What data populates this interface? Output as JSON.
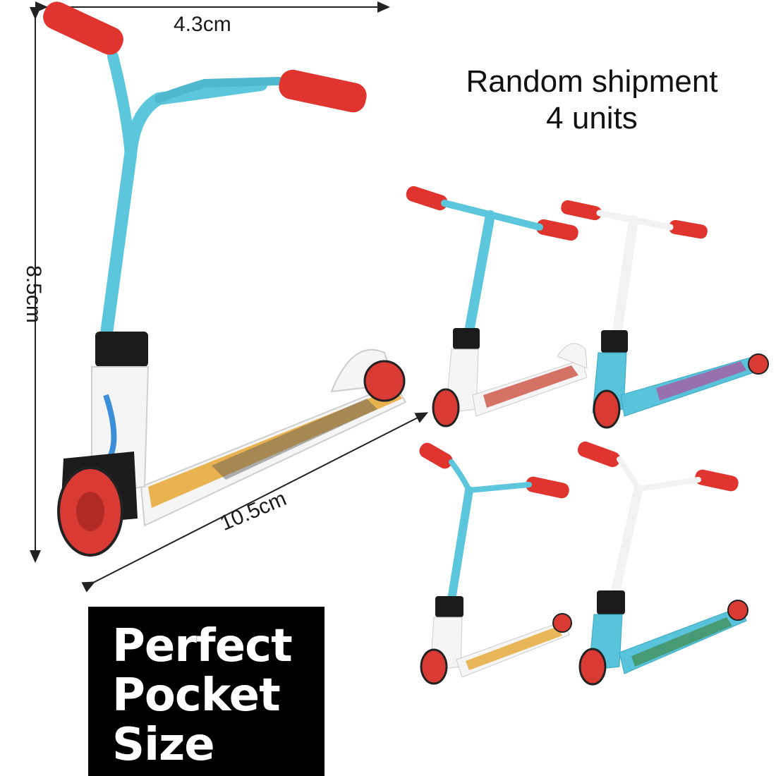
{
  "dimensions": {
    "width": "4.3cm",
    "height": "8.5cm",
    "length": "10.5cm"
  },
  "shipment_note": {
    "line1": "Random shipment",
    "line2": "4 units"
  },
  "banner": {
    "line1": "Perfect",
    "line2": "Pocket",
    "line3": "Size"
  },
  "colors": {
    "grip_red": "#e0352f",
    "bar_blue": "#5cc6dc",
    "bar_white": "#f2f2f2",
    "deck_white": "#f5f5f5",
    "deck_blue": "#58c3da",
    "clamp_black": "#1b1b1b",
    "banner_bg": "#000000"
  },
  "scooters": [
    {
      "id": "main",
      "bar": "blue",
      "deck": "white"
    },
    {
      "id": "variant-1",
      "bar": "blue",
      "deck": "white"
    },
    {
      "id": "variant-2",
      "bar": "white",
      "deck": "blue"
    },
    {
      "id": "variant-3",
      "bar": "blue",
      "deck": "white"
    },
    {
      "id": "variant-4",
      "bar": "white",
      "deck": "blue"
    }
  ]
}
